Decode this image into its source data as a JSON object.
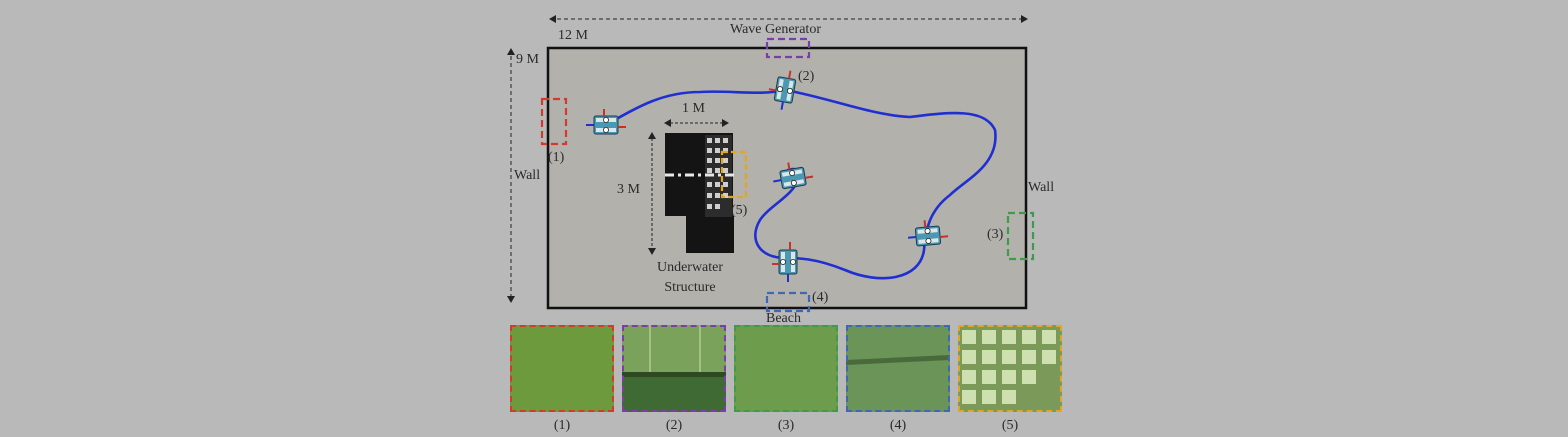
{
  "labels": {
    "width_dim": "12 M",
    "height_dim": "9 M",
    "wave_generator": "Wave Generator",
    "wall_left": "Wall",
    "wall_right": "Wall",
    "beach": "Beach",
    "struct_width": "1 M",
    "struct_height": "3 M",
    "structure_line1": "Underwater",
    "structure_line2": "Structure"
  },
  "markers": [
    {
      "id": "1",
      "label": "(1)",
      "color": "#d23a2e"
    },
    {
      "id": "2",
      "label": "(2)",
      "color": "#7a3ea8"
    },
    {
      "id": "3",
      "label": "(3)",
      "color": "#3f9a4a"
    },
    {
      "id": "4",
      "label": "(4)",
      "color": "#3e67b5"
    },
    {
      "id": "5",
      "label": "(5)",
      "color": "#e1a52a"
    }
  ],
  "thumbnails": [
    {
      "caption": "(1)",
      "color": "#d23a2e"
    },
    {
      "caption": "(2)",
      "color": "#7a3ea8"
    },
    {
      "caption": "(3)",
      "color": "#3f9a4a"
    },
    {
      "caption": "(4)",
      "color": "#3e67b5"
    },
    {
      "caption": "(5)",
      "color": "#e1a52a"
    }
  ],
  "colors": {
    "trajectory": "#1f2fd1",
    "tank_fill": "#b3b1ac",
    "tank_border": "#111111",
    "robot_body": "#4b98b3"
  },
  "icons": [
    "robot-icon",
    "dimension-arrow-icon"
  ]
}
